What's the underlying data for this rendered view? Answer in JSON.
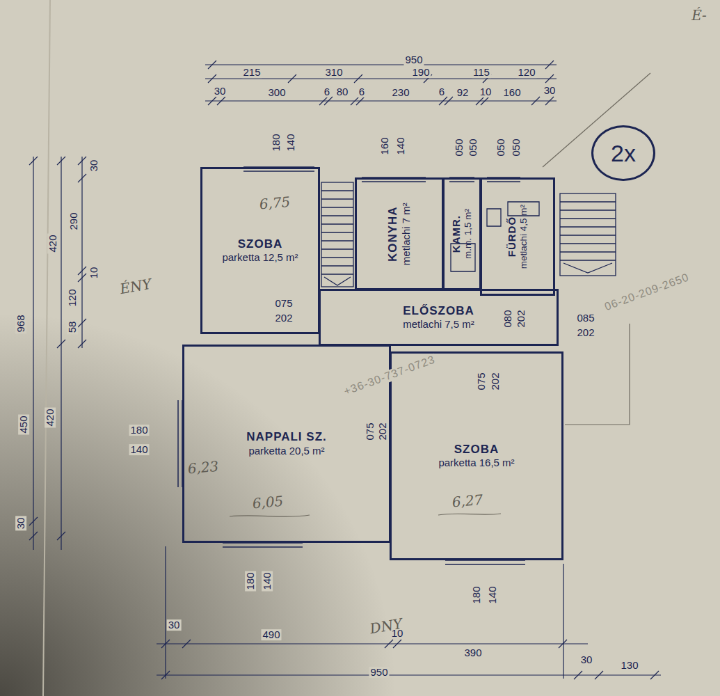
{
  "diagram": {
    "nodes": [
      {
        "text": [
          "SZOBA",
          "parketta 12,5 m²"
        ]
      },
      {
        "text": [
          "KONYHA",
          "metlachi 7 m²"
        ]
      },
      {
        "text": [
          "KAMR.",
          "m.m. 1,5 m²"
        ]
      },
      {
        "text": [
          "FÜRDŐ",
          "metlachi 4,5 m²"
        ]
      },
      {
        "text": [
          "ELŐSZOBA",
          "metlachi 7,5 m²"
        ]
      },
      {
        "text": [
          "NAPPALI SZ.",
          "parketta 20,5 m²"
        ]
      },
      {
        "text": [
          "SZOBA",
          "parketta 16,5 m²"
        ]
      },
      {
        "text": [
          "2x"
        ]
      }
    ],
    "labels": [
      "950",
      "215",
      "310",
      "190",
      "115",
      "120",
      "30",
      "300",
      "6",
      "80",
      "6",
      "230",
      "6",
      "92",
      "10",
      "160",
      "30",
      "180",
      "140",
      "160",
      "140",
      "050",
      "050",
      "050",
      "050",
      "968",
      "420",
      "290",
      "30",
      "10",
      "120",
      "58",
      "450",
      "420",
      "30",
      "075",
      "202",
      "080",
      "202",
      "085",
      "202",
      "075",
      "202",
      "075",
      "202",
      "180",
      "140",
      "180",
      "140",
      "180",
      "140",
      "30",
      "490",
      "10",
      "390",
      "950",
      "30",
      "130",
      "ÉNY",
      "DNY",
      "É-",
      "+36-30-737-0723",
      "06-20-209-2650",
      "6,75",
      "6,05",
      "6,23",
      "6,27"
    ]
  }
}
